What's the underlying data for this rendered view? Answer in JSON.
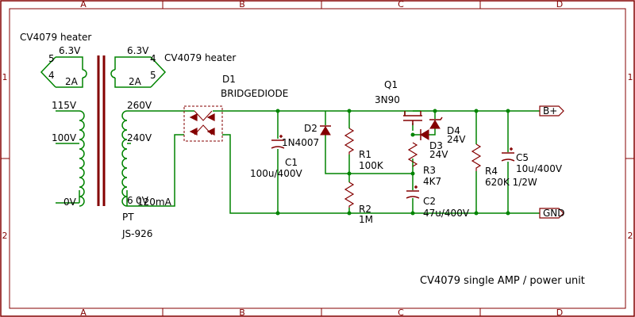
{
  "border": {
    "columns": [
      "A",
      "B",
      "C",
      "D"
    ],
    "rows": [
      "1",
      "2"
    ]
  },
  "colors": {
    "wire": "#008400",
    "part": "#840000",
    "text": "#000000",
    "frame": "#840000",
    "value": "#000000",
    "background": "#ffffff"
  },
  "transformer": {
    "heater_left": {
      "title": "CV4079 heater",
      "voltage": "6.3V",
      "pin_top": "5",
      "pin_bottom": "4",
      "current": "2A"
    },
    "heater_right": {
      "title": "CV4079 heater",
      "voltage": "6.3V",
      "pin_top": "4",
      "pin_bottom": "5",
      "current": "2A"
    },
    "primary_taps": [
      "115V",
      "100V",
      "0V"
    ],
    "secondary_taps": [
      "260V",
      "240V",
      "0V"
    ],
    "secondary_current": "120mA",
    "secondary_bottom_tap": "6",
    "ref": "PT",
    "value": "JS-926"
  },
  "components": {
    "d1": {
      "ref": "D1",
      "value": "BRIDGEDIODE"
    },
    "q1": {
      "ref": "Q1",
      "value": "3N90"
    },
    "d2": {
      "ref": "D2",
      "value": "1N4007"
    },
    "c1": {
      "ref": "C1",
      "value": "100u/400V"
    },
    "r1": {
      "ref": "R1",
      "value": "100K"
    },
    "r2": {
      "ref": "R2",
      "value": "1M"
    },
    "r3": {
      "ref": "R3",
      "value": "4K7"
    },
    "c2": {
      "ref": "C2",
      "value": "47u/400V"
    },
    "d3": {
      "ref": "D3",
      "value": "24V"
    },
    "d4": {
      "ref": "D4",
      "value": "24V"
    },
    "r4": {
      "ref": "R4",
      "value": "620K 1/2W"
    },
    "c5": {
      "ref": "C5",
      "value": "10u/400V"
    }
  },
  "ports": {
    "b_plus": "B+",
    "gnd": "GND"
  },
  "title": "CV4079 single AMP / power unit"
}
